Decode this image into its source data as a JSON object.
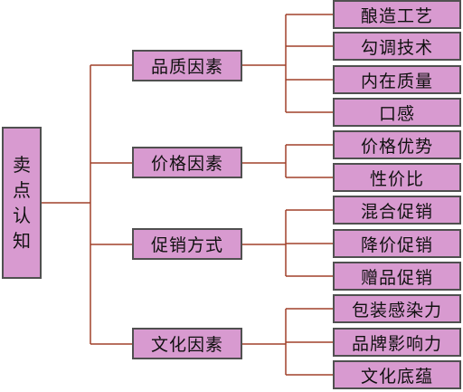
{
  "colors": {
    "box_fill": "#d89ad0",
    "box_border": "#505050",
    "connector": "#a0402a"
  },
  "root": {
    "chars": [
      "卖",
      "点",
      "认",
      "知"
    ]
  },
  "groups": [
    {
      "label": "品质因素",
      "children": [
        "酿造工艺",
        "勾调技术",
        "内在质量",
        "口感"
      ]
    },
    {
      "label": "价格因素",
      "children": [
        "价格优势",
        "性价比"
      ]
    },
    {
      "label": "促销方式",
      "children": [
        "混合促销",
        "降价促销",
        "赠品促销"
      ]
    },
    {
      "label": "文化因素",
      "children": [
        "包装感染力",
        "品牌影响力",
        "文化底蕴"
      ]
    }
  ]
}
